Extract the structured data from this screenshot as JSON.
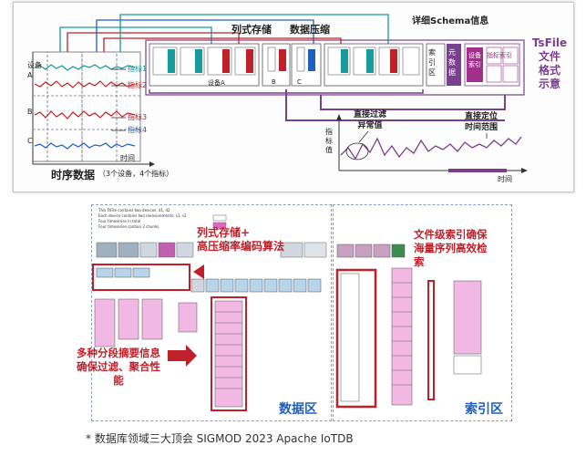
{
  "top": {
    "labels": {
      "columnar": "列式存储",
      "compress": "数据压缩",
      "schema": "详细Schema信息",
      "tsfile_title": [
        "TsFile",
        "文件",
        "格式",
        "示意"
      ],
      "device_a": "设备\nA",
      "device_b": "B",
      "device_c": "C",
      "metrics": [
        "指标1",
        "指标2",
        "指标3",
        "指标4"
      ],
      "time_axis": "时间",
      "ts_data": "时序数据",
      "ts_data_sub": "（3个设备，4个指标）",
      "device_group_a": "设备A",
      "col_b": "B",
      "col_c": "C",
      "index_area": "索引区",
      "meta": "元数据",
      "device_index": "设备索引",
      "metric_index": "指标索引",
      "filter": "直接过滤\n异常值",
      "locate": "直接定位\n时间范围",
      "metric_value": "指标值",
      "time2": "时间"
    }
  },
  "bottom": {
    "labels": {
      "columnar_algo": "列式存储+\n高压缩率编码算法",
      "file_index": "文件级索引确保\n海量序列高效检\n索",
      "multi_summary": "多种分段摘要信息\n确保过滤、聚合性\n能",
      "data_zone": "数据区",
      "index_zone": "索引区",
      "doc_lines": [
        "This TsFile contains two devices: d1, d2",
        "Each device contains two measurements: s1, s2",
        "Four timeseries in total",
        "Four timeseries contain 2 chunks"
      ]
    }
  },
  "caption": "* 数据库领域三大顶会 SIGMOD 2023 Apache IoTDB",
  "colors": {
    "red": "#c0202a",
    "blue": "#1f5fbf",
    "purple": "#7b3f8f",
    "teal": "#169c9c",
    "green": "#2e9e4f",
    "magenta": "#a0308c",
    "pink": "#ec9fd6"
  }
}
